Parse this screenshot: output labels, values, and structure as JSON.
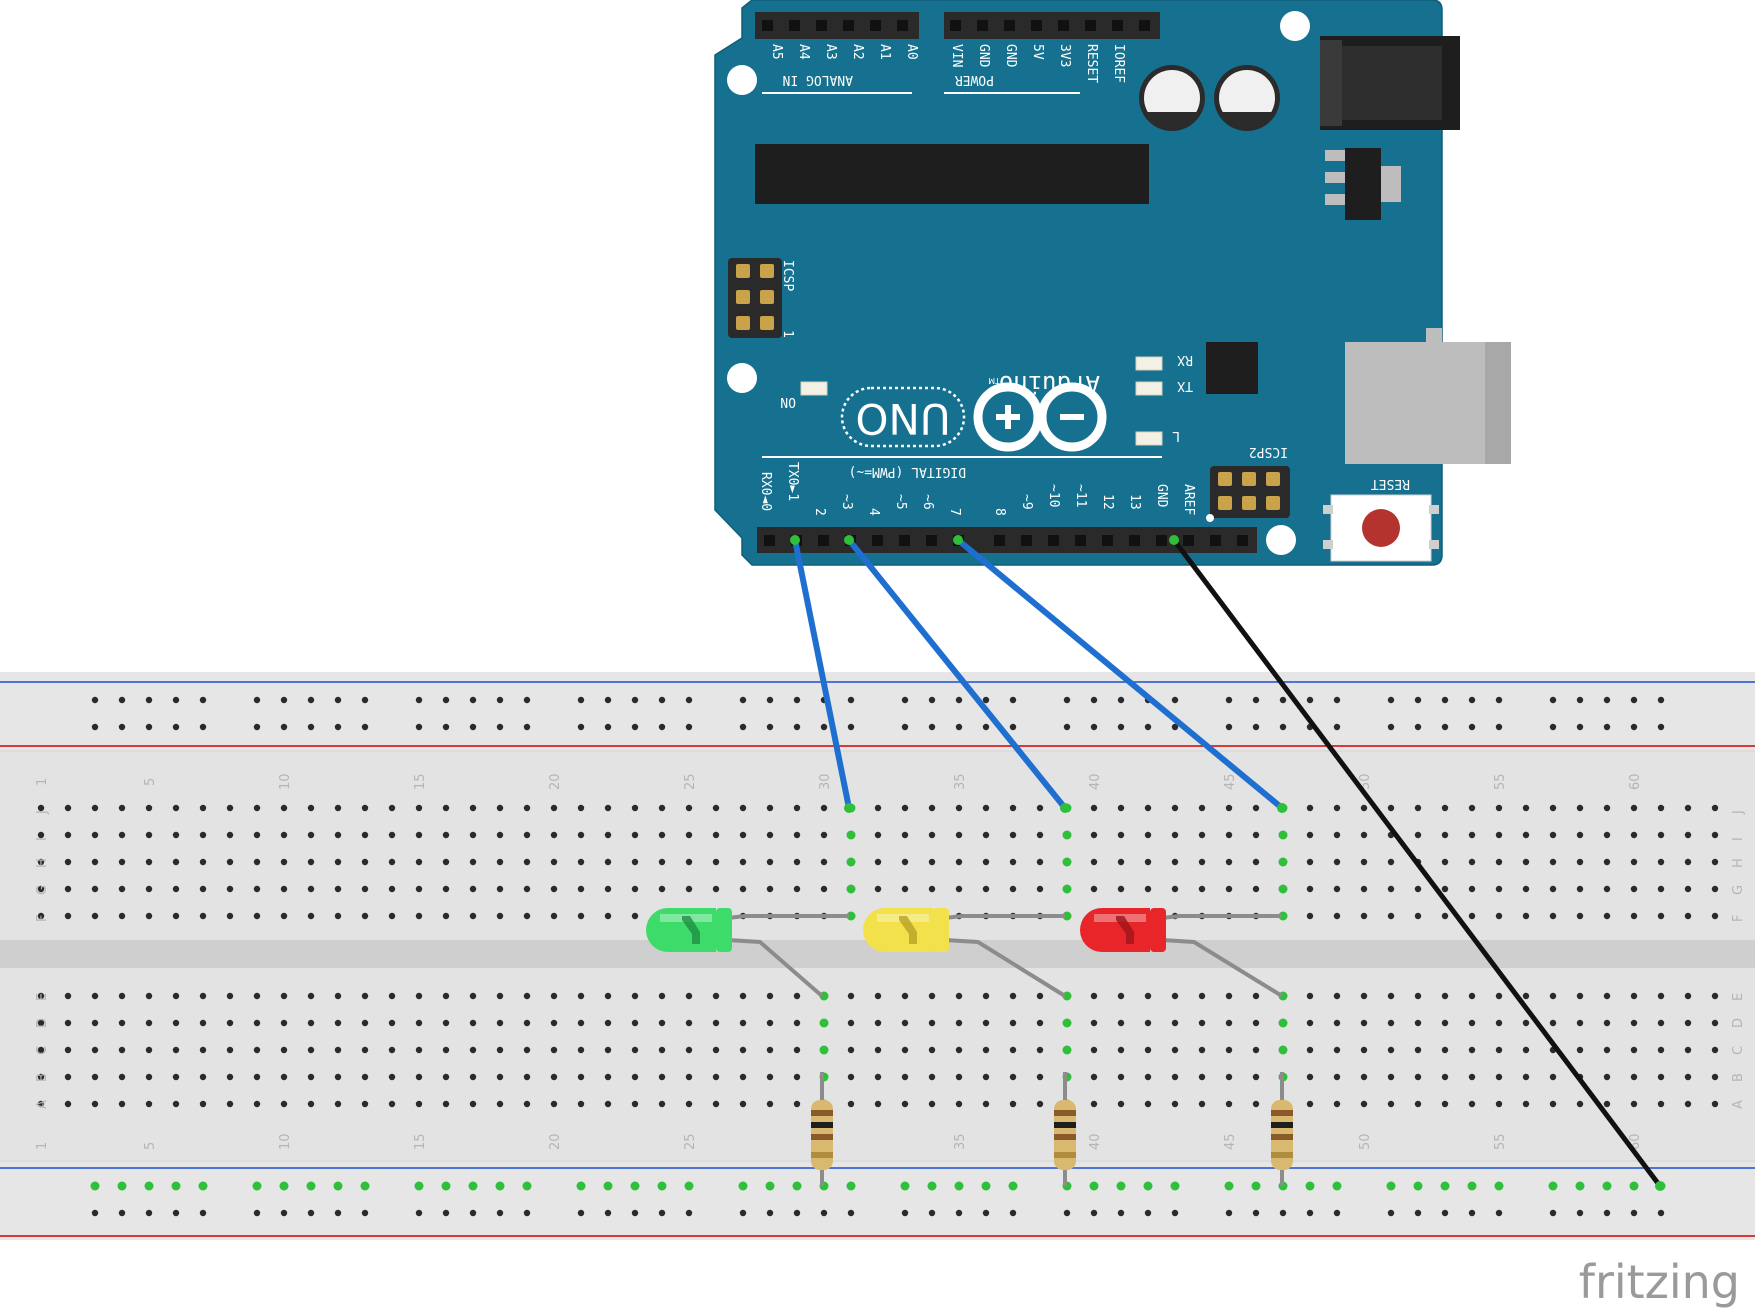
{
  "watermark": "fritzing",
  "arduino": {
    "brand": "Arduino",
    "tm": "TM",
    "model": "UNO",
    "analog_header": "ANALOG IN",
    "analog_pins": [
      "A5",
      "A4",
      "A3",
      "A2",
      "A1",
      "A0"
    ],
    "power_header": "POWER",
    "power_pins": [
      "VIN",
      "GND",
      "GND",
      "5V",
      "3V3",
      "RESET",
      "IOREF"
    ],
    "digital_header": "DIGITAL (PWM=~)",
    "digital_pins": [
      "RX0◄0",
      "TX0►1",
      "2",
      "~3",
      "4",
      "~5",
      "~6",
      "7",
      "8",
      "~9",
      "~10",
      "~11",
      "12",
      "13",
      "GND",
      "AREF"
    ],
    "icsp": "ICSP",
    "icsp_one": "1",
    "icsp2": "ICSP2",
    "on": "ON",
    "rx": "RX",
    "tx": "TX",
    "l": "L",
    "reset": "RESET",
    "board_color": "#15718f"
  },
  "breadboard": {
    "row_letters_top": [
      "J",
      "I",
      "H",
      "G",
      "F"
    ],
    "row_letters_bottom": [
      "E",
      "D",
      "C",
      "B",
      "A"
    ],
    "column_numbers": [
      "1",
      "5",
      "10",
      "15",
      "20",
      "25",
      "30",
      "35",
      "40",
      "45",
      "50",
      "55",
      "60"
    ],
    "rail_red": "#d40000",
    "rail_blue": "#1e4fcf"
  },
  "leds": [
    {
      "name": "green-led",
      "color": "#3ddc6a"
    },
    {
      "name": "yellow-led",
      "color": "#f2e14a"
    },
    {
      "name": "red-led",
      "color": "#e8262a"
    }
  ],
  "wires": [
    {
      "name": "wire-pin1",
      "color": "#1f6fd1"
    },
    {
      "name": "wire-pin3",
      "color": "#1f6fd1"
    },
    {
      "name": "wire-pin7",
      "color": "#1f6fd1"
    },
    {
      "name": "wire-gnd",
      "color": "#111111"
    }
  ]
}
